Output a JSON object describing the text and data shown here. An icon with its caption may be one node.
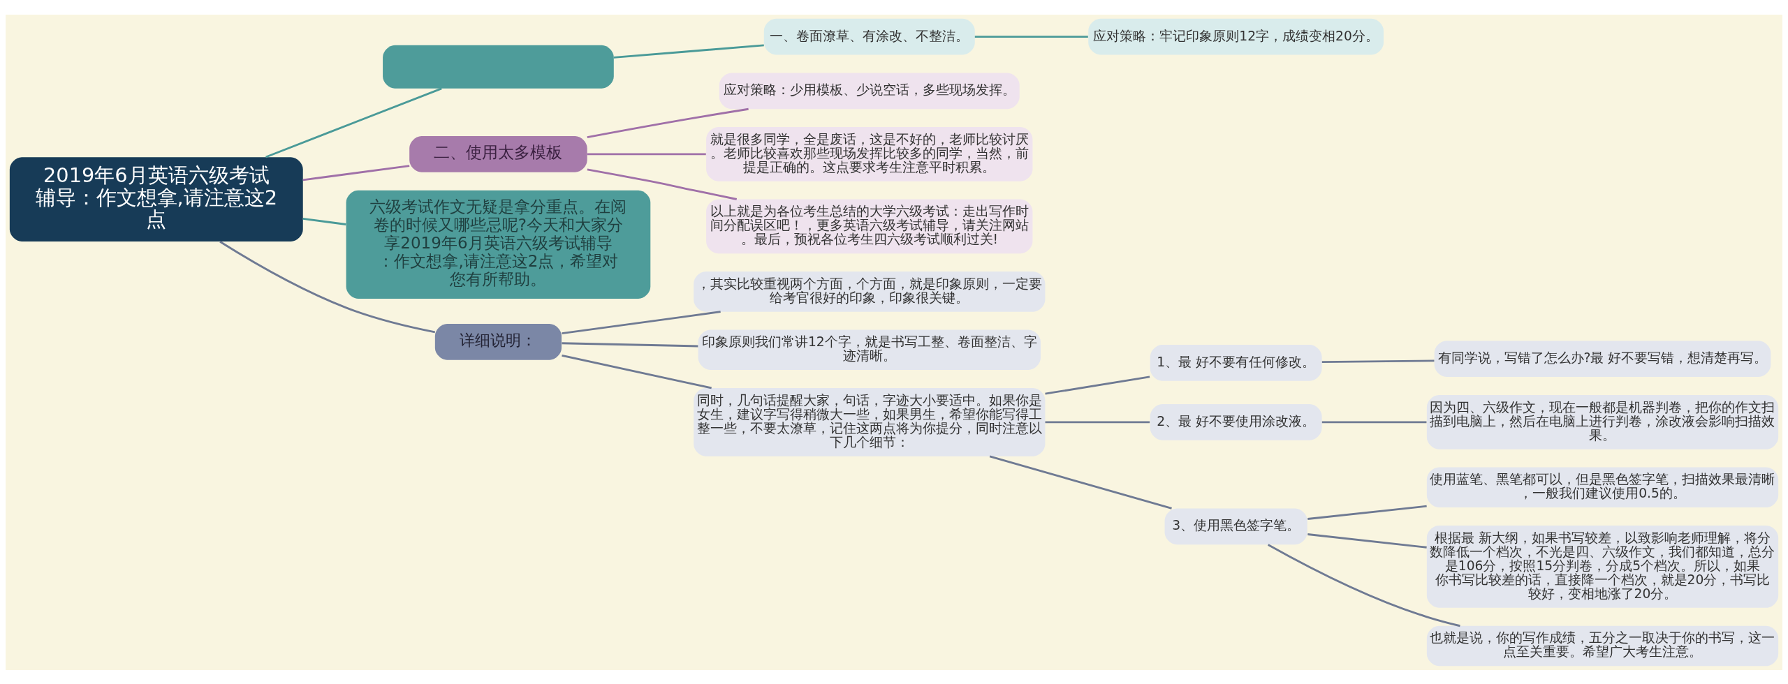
{
  "diagram": {
    "nodes": [
      {
        "text": [
          "2019年6月英语六级考试辅导：作文想拿,请注意这2点"
        ]
      },
      {
        "text": [],
        "shape": "box"
      },
      {
        "text": [
          "一、卷面潦草、有涂改、不整洁。"
        ]
      },
      {
        "text": [
          "应对策略：牢记印象原则12字，成绩变相20分。"
        ]
      },
      {
        "text": [
          "二、使用太多模板"
        ]
      },
      {
        "text": [
          "应对策略：少用模板、少说空话，多些现场发挥。"
        ]
      },
      {
        "text": [
          "就是很多同学，全是废话，这是不好的，老师比较讨厌。老师比较喜欢那些现场发挥比较多的同学，当然，前提是正确的。这点要求考生注意平时积累。"
        ]
      },
      {
        "text": [
          "以上就是为各位考生总结的大学六级考试：走出写作时间分配误区吧！，更多英语六级考试辅导，请关注网站。最后，预祝各位考生四六级考试顺利过关!"
        ]
      },
      {
        "text": [
          "六级考试作文无疑是拿分重点。在阅卷的时候又哪些忌呢?今天和大家分享2019年6月英语六级考试辅导：作文想拿,请注意这2点，希望对您有所帮助。"
        ]
      },
      {
        "text": [
          "详细说明："
        ]
      },
      {
        "text": [
          "，其实比较重视两个方面，个方面，就是印象原则，一定要给考官很好的印象，印象很关键。"
        ]
      },
      {
        "text": [
          "印象原则我们常讲12个字，就是书写工整、卷面整洁、字迹清晰。"
        ]
      },
      {
        "text": [
          "同时，几句话提醒大家，句话，字迹大小要适中。如果你是女生，建议字写得稍微大一些，如果男生，希望你能写得工整一些，不要太潦草，记住这两点将为你提分，同时注意以下几个细节："
        ]
      },
      {
        "text": [
          "1、最 好不要有任何修改。"
        ]
      },
      {
        "text": [
          "有同学说，写错了怎么办?最 好不要写错，想清楚再写。"
        ]
      },
      {
        "text": [
          "2、最 好不要使用涂改液。"
        ]
      },
      {
        "text": [
          "因为四、六级作文，现在一般都是机器判卷，把你的作文扫描到电脑上，然后在电脑上进行判卷，涂改液会影响扫描效果。"
        ]
      },
      {
        "text": [
          "3、使用黑色签字笔。"
        ]
      },
      {
        "text": [
          "使用蓝笔、黑笔都可以，但是黑色签字笔，扫描效果最清晰，一般我们建议使用0.5的。"
        ]
      },
      {
        "text": [
          "根据最 新大纲，如果书写较差，以致影响老师理解，将分数降低一个档次，不光是四、六级作文，我们都知道，总分是106分，按照15分判卷，分成5个档次。所以，如果你书写比较差的话，直接降一个档次，就是20分，书写比较好，变相地涨了20分。"
        ]
      },
      {
        "text": [
          "也就是说，你的写作成绩，五分之一取决于你的书写，这一点至关重要。希望广大考生注意。"
        ]
      }
    ],
    "edges": [
      {
        "from": 0,
        "to": 1,
        "arrow": "none",
        "color": "#4a9a98"
      },
      {
        "from": 1,
        "to": 2,
        "arrow": "none",
        "color": "#4a9a98"
      },
      {
        "from": 2,
        "to": 3,
        "arrow": "none",
        "color": "#4a9a98"
      },
      {
        "from": 0,
        "to": 4,
        "arrow": "none",
        "color": "#a070a8"
      },
      {
        "from": 4,
        "to": 5,
        "arrow": "none",
        "color": "#a070a8"
      },
      {
        "from": 4,
        "to": 6,
        "arrow": "none",
        "color": "#a070a8"
      },
      {
        "from": 4,
        "to": 7,
        "arrow": "none",
        "color": "#a070a8"
      },
      {
        "from": 0,
        "to": 8,
        "arrow": "none",
        "color": "#4a9a98"
      },
      {
        "from": 0,
        "to": 9,
        "arrow": "none"
      },
      {
        "from": 9,
        "to": 10,
        "arrow": "none"
      },
      {
        "from": 9,
        "to": 11,
        "arrow": "none"
      },
      {
        "from": 9,
        "to": 12,
        "arrow": "none"
      },
      {
        "from": 12,
        "to": 13,
        "arrow": "none"
      },
      {
        "from": 13,
        "to": 14,
        "arrow": "none"
      },
      {
        "from": 12,
        "to": 15,
        "arrow": "none"
      },
      {
        "from": 15,
        "to": 16,
        "arrow": "none"
      },
      {
        "from": 12,
        "to": 17,
        "arrow": "none"
      },
      {
        "from": 17,
        "to": 18,
        "arrow": "none"
      },
      {
        "from": 17,
        "to": 19,
        "arrow": "none"
      },
      {
        "from": 17,
        "to": 20,
        "arrow": "none"
      }
    ]
  }
}
